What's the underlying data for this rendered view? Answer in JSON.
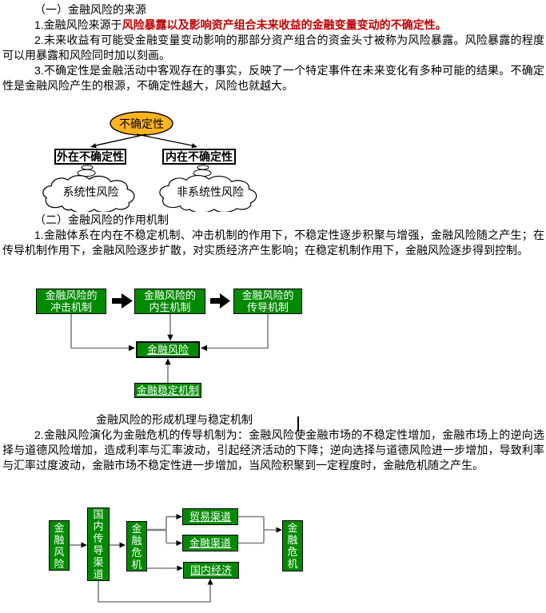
{
  "section1": {
    "heading": "（一）金融风险的来源",
    "p1_prefix": "1.金融风险来源于",
    "p1_red": "风险暴露以及影响资产组合未来收益的金融变量变动的不确定性。",
    "p2": "2.未来收益有可能受金融变量变动影响的那部分资产组合的资金头寸被称为风险暴露。风险暴露的程度可以用暴露和风险同时加以刻画。",
    "p3": "3.不确定性是金融活动中客观存在的事实，反映了一个特定事件在未来变化有多种可能的结果。不确定性是金融风险产生的根源，不确定性越大，风险也就越大。"
  },
  "diagram1": {
    "root": "不确定性",
    "left_box": "外在不确定性",
    "right_box": "内在不确定性",
    "left_cloud": "系统性风险",
    "right_cloud": "非系统性风险"
  },
  "section2": {
    "heading": "（二）金融风险的作用机制",
    "p1": "1.金融体系在内在不稳定机制、冲击机制的作用下，不稳定性逐步积聚与增强，金融风险随之产生；在传导机制作用下，金融风险逐步扩散，对实质经济产生影响；在稳定机制作用下，金融风险逐步得到控制。",
    "p2": "2.金融风险演化为金融危机的传导机制为：金融风险使金融市场的不稳定性增加，金融市场上的逆向选择与道德风险增加，造成利率与汇率波动，引起经济活动的下降；逆向选择与道德风险进一步增加，导致利率与汇率过度波动，金融市场不稳定性进一步增加，当风险积聚到一定程度时，金融危机随之产生。"
  },
  "diagram2": {
    "box_shock_l1": "金融风险的",
    "box_shock_l2": "冲击机制",
    "box_endo_l1": "金融风险的",
    "box_endo_l2": "内生机制",
    "box_trans_l1": "金融风险的",
    "box_trans_l2": "传导机制",
    "box_risk": "金融风险",
    "box_stability": "金融稳定机制",
    "caption": "金融风险的形成机理与稳定机制"
  },
  "diagram3": {
    "box_risk": "金融风险",
    "box_domestic_channel": "国内传导渠道",
    "box_crisis1": "金融危机",
    "box_trade": "贸易渠道",
    "box_financial": "金融渠道",
    "box_domestic_economy": "国内经济",
    "box_crisis2": "金融危机"
  },
  "colors": {
    "box_green": "#008A00",
    "highlight_red": "#C00000",
    "ellipse_orange": "#FFB31F",
    "connector_gray": "#7F7F7F"
  }
}
